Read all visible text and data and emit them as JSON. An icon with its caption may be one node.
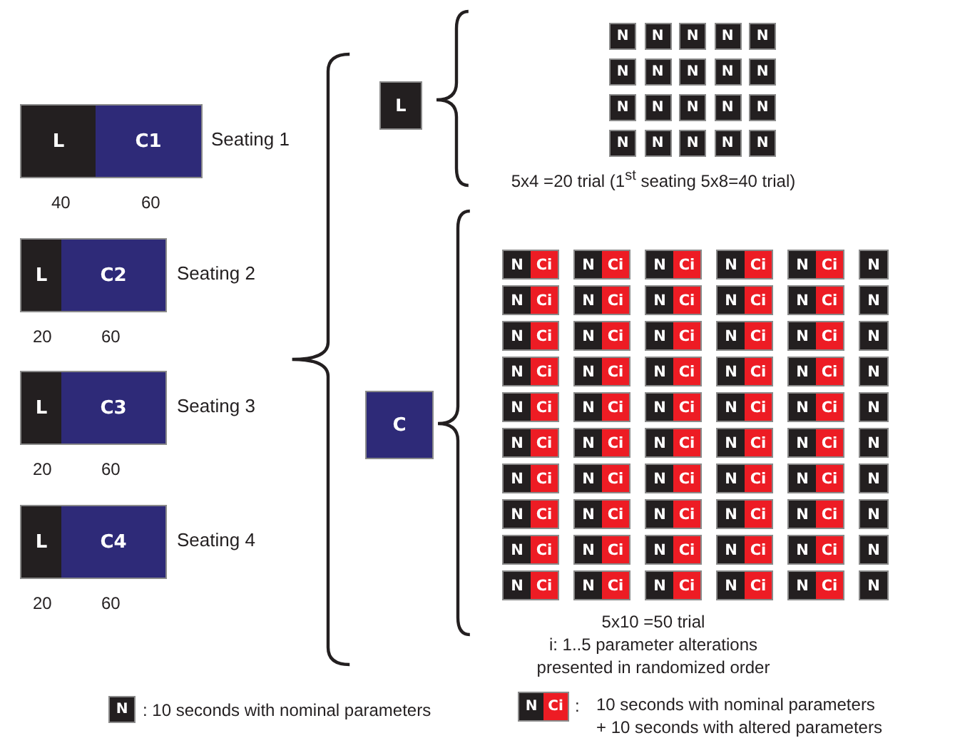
{
  "diagram": {
    "nodes": [
      {
        "text": [
          "L",
          "C1"
        ],
        "beside": [
          "Seating 1",
          "40",
          "60"
        ]
      },
      {
        "text": [
          "L",
          "C2"
        ],
        "beside": [
          "Seating 2",
          "20",
          "60"
        ]
      },
      {
        "text": [
          "L",
          "C3"
        ],
        "beside": [
          "Seating 3",
          "20",
          "60"
        ]
      },
      {
        "text": [
          "L",
          "C4"
        ],
        "beside": [
          "Seating 4",
          "20",
          "60"
        ]
      },
      {
        "text": [
          "L"
        ]
      },
      {
        "text": [
          "N"
        ]
      },
      {
        "text": [
          "N"
        ]
      },
      {
        "text": [
          "N"
        ]
      },
      {
        "text": [
          "N"
        ]
      },
      {
        "text": [
          "N"
        ]
      },
      {
        "text": [
          "N"
        ]
      },
      {
        "text": [
          "N"
        ]
      },
      {
        "text": [
          "N"
        ]
      },
      {
        "text": [
          "N"
        ]
      },
      {
        "text": [
          "N"
        ]
      },
      {
        "text": [
          "N"
        ]
      },
      {
        "text": [
          "N"
        ]
      },
      {
        "text": [
          "N"
        ]
      },
      {
        "text": [
          "N"
        ]
      },
      {
        "text": [
          "N"
        ]
      },
      {
        "text": [
          "N"
        ]
      },
      {
        "text": [
          "N"
        ]
      },
      {
        "text": [
          "N"
        ]
      },
      {
        "text": [
          "N"
        ]
      },
      {
        "text": [
          "N"
        ]
      },
      {
        "text": [
          "C"
        ]
      },
      {
        "text": [
          "N",
          "Ci"
        ]
      },
      {
        "text": [
          "N",
          "Ci"
        ]
      },
      {
        "text": [
          "N",
          "Ci"
        ]
      },
      {
        "text": [
          "N",
          "Ci"
        ]
      },
      {
        "text": [
          "N",
          "Ci"
        ]
      },
      {
        "text": [
          "N"
        ]
      },
      {
        "text": [
          "N",
          "Ci"
        ]
      },
      {
        "text": [
          "N",
          "Ci"
        ]
      },
      {
        "text": [
          "N",
          "Ci"
        ]
      },
      {
        "text": [
          "N",
          "Ci"
        ]
      },
      {
        "text": [
          "N",
          "Ci"
        ]
      },
      {
        "text": [
          "N"
        ]
      },
      {
        "text": [
          "N",
          "Ci"
        ]
      },
      {
        "text": [
          "N",
          "Ci"
        ]
      },
      {
        "text": [
          "N",
          "Ci"
        ]
      },
      {
        "text": [
          "N",
          "Ci"
        ]
      },
      {
        "text": [
          "N",
          "Ci"
        ]
      },
      {
        "text": [
          "N"
        ]
      },
      {
        "text": [
          "N",
          "Ci"
        ]
      },
      {
        "text": [
          "N",
          "Ci"
        ]
      },
      {
        "text": [
          "N",
          "Ci"
        ]
      },
      {
        "text": [
          "N",
          "Ci"
        ]
      },
      {
        "text": [
          "N",
          "Ci"
        ]
      },
      {
        "text": [
          "N"
        ]
      },
      {
        "text": [
          "N",
          "Ci"
        ]
      },
      {
        "text": [
          "N",
          "Ci"
        ]
      },
      {
        "text": [
          "N",
          "Ci"
        ]
      },
      {
        "text": [
          "N",
          "Ci"
        ]
      },
      {
        "text": [
          "N",
          "Ci"
        ]
      },
      {
        "text": [
          "N"
        ]
      },
      {
        "text": [
          "N",
          "Ci"
        ]
      },
      {
        "text": [
          "N",
          "Ci"
        ]
      },
      {
        "text": [
          "N",
          "Ci"
        ]
      },
      {
        "text": [
          "N",
          "Ci"
        ]
      },
      {
        "text": [
          "N",
          "Ci"
        ]
      },
      {
        "text": [
          "N"
        ]
      },
      {
        "text": [
          "N",
          "Ci"
        ]
      },
      {
        "text": [
          "N",
          "Ci"
        ]
      },
      {
        "text": [
          "N",
          "Ci"
        ]
      },
      {
        "text": [
          "N",
          "Ci"
        ]
      },
      {
        "text": [
          "N",
          "Ci"
        ]
      },
      {
        "text": [
          "N"
        ]
      },
      {
        "text": [
          "N",
          "Ci"
        ]
      },
      {
        "text": [
          "N",
          "Ci"
        ]
      },
      {
        "text": [
          "N",
          "Ci"
        ]
      },
      {
        "text": [
          "N",
          "Ci"
        ]
      },
      {
        "text": [
          "N",
          "Ci"
        ]
      },
      {
        "text": [
          "N"
        ]
      },
      {
        "text": [
          "N",
          "Ci"
        ]
      },
      {
        "text": [
          "N",
          "Ci"
        ]
      },
      {
        "text": [
          "N",
          "Ci"
        ]
      },
      {
        "text": [
          "N",
          "Ci"
        ]
      },
      {
        "text": [
          "N",
          "Ci"
        ]
      },
      {
        "text": [
          "N"
        ]
      },
      {
        "text": [
          "N",
          "Ci"
        ]
      },
      {
        "text": [
          "N",
          "Ci"
        ]
      },
      {
        "text": [
          "N",
          "Ci"
        ]
      },
      {
        "text": [
          "N",
          "Ci"
        ]
      },
      {
        "text": [
          "N",
          "Ci"
        ]
      },
      {
        "text": [
          "N"
        ]
      },
      {
        "text": [
          "N"
        ]
      },
      {
        "text": [
          "N",
          "Ci"
        ]
      }
    ],
    "edges": [],
    "labels": [
      "5x4 =20 trial (1$^{st}$ seating 5x8=40 trial)",
      "5x10 =50 trial",
      "i: 1..5 parameter alterations presented in randomized order",
      ": 10 seconds with nominal parameters",
      ":",
      "10 seconds with nominal parameters + 10 seconds with altered parameters"
    ]
  }
}
